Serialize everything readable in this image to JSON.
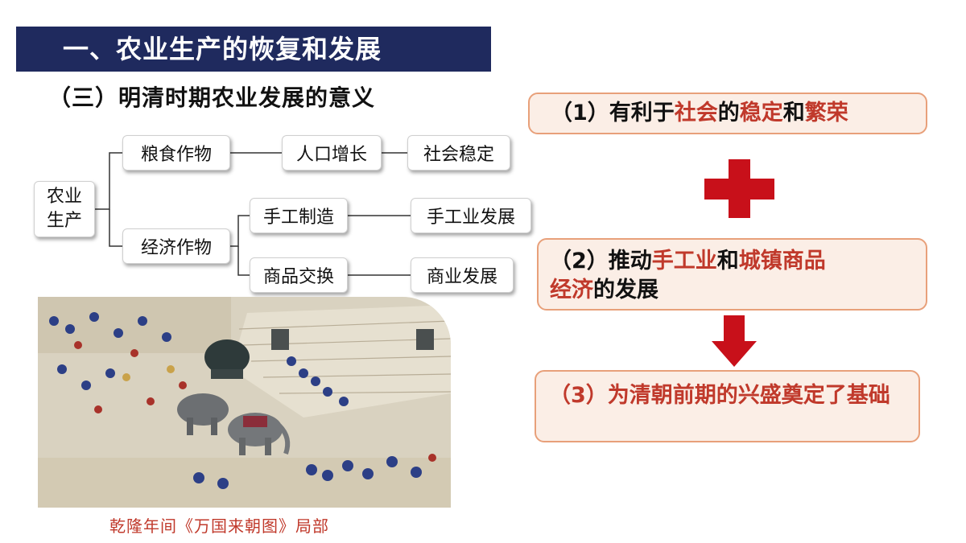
{
  "header": {
    "title": "一、农业生产的恢复和发展"
  },
  "subtitle": "（三）明清时期农业发展的意义",
  "diagram": {
    "root": [
      "农业",
      "生产"
    ],
    "grain": "粮食作物",
    "population": "人口增长",
    "stability": "社会稳定",
    "cash": "经济作物",
    "handicraft": "手工制造",
    "handicraft_dev": "手工业发展",
    "exchange": "商品交换",
    "commerce_dev": "商业发展"
  },
  "caption": "乾隆年间《万国来朝图》局部",
  "points": {
    "p1": {
      "a": "（1）有利于",
      "b": "社会",
      "c": "的",
      "d": "稳定",
      "e": "和",
      "f": "繁荣"
    },
    "p2": {
      "a": "（2）推动",
      "b": "手工业",
      "c": "和",
      "d": "城镇商品",
      "e": "经济",
      "f": "的发展"
    },
    "p3": {
      "a": "（3）为清朝前期的兴盛奠定了基础"
    }
  },
  "colors": {
    "title_bg": "#1f2a5e",
    "accent_red": "#c0392b",
    "box_bg": "#fbeee6",
    "box_border": "#e8a07a",
    "symbol_red": "#c8101a"
  }
}
